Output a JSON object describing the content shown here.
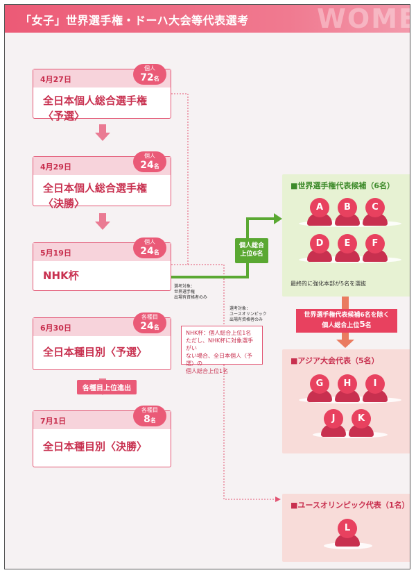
{
  "header": {
    "title": "「女子」世界選手権・ドーハ大会等代表選考",
    "deco": "WOME"
  },
  "stages": [
    {
      "date": "4月27日",
      "badge_label": "個人",
      "badge_count": "72",
      "badge_unit": "名",
      "line1": "全日本個人総合選手権",
      "line2": "〈予選〉"
    },
    {
      "date": "4月29日",
      "badge_label": "個人",
      "badge_count": "24",
      "badge_unit": "名",
      "line1": "全日本個人総合選手権",
      "line2": "〈決勝〉"
    },
    {
      "date": "5月19日",
      "badge_label": "個人",
      "badge_count": "24",
      "badge_unit": "名",
      "line1": "NHK杯",
      "line2": ""
    },
    {
      "date": "6月30日",
      "badge_label": "各種目",
      "badge_count": "24",
      "badge_unit": "名",
      "line1": "全日本種目別〈予選〉",
      "line2": ""
    },
    {
      "date": "7月1日",
      "badge_label": "各種目",
      "badge_count": "8",
      "badge_unit": "名",
      "line1": "全日本種目別〈決勝〉",
      "line2": ""
    }
  ],
  "advance_pill": "各種目上位進出",
  "green_label": {
    "line1": "個人総合",
    "line2": "上位6名"
  },
  "note_left": {
    "line1": "選考対象：",
    "line2": "世界選手権",
    "line3": "出場有資格者のみ"
  },
  "note_right": {
    "line1": "選考対象：",
    "line2": "ユースオリンピック",
    "line3": "出場有資格者のみ"
  },
  "note_box": {
    "line1": "NHK杯：個人総合上位1名",
    "line2": "ただし、NHK杯に対象選手がい",
    "line3": "ない場合、全日本個人〈予選〉の",
    "line4": "個人総合上位1名"
  },
  "world_panel": {
    "title": "■世界選手権代表候補（6名）",
    "members": [
      "A",
      "B",
      "C",
      "D",
      "E",
      "F"
    ],
    "note": "最終的に強化本部が5名を選抜"
  },
  "red_arrow": {
    "line1": "世界選手権代表候補6名を除く",
    "line2_prefix": "個人総合上位",
    "line2_big": "5",
    "line2_suffix": "名"
  },
  "asia_panel": {
    "title": "■アジア大会代表（5名）",
    "members": [
      "G",
      "H",
      "I",
      "J",
      "K"
    ]
  },
  "youth_panel": {
    "title": "■ユースオリンピック代表（1名）",
    "members": [
      "L"
    ]
  },
  "colors": {
    "pink": "#ea5a77",
    "dark_pink": "#c8304f",
    "green": "#5aa832"
  }
}
